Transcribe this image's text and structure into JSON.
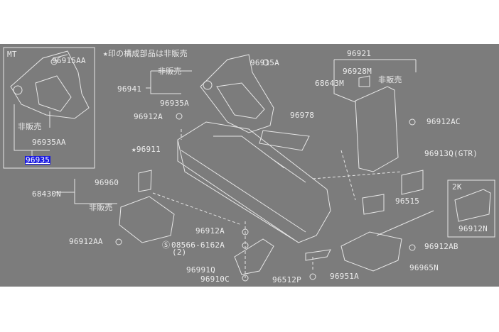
{
  "diagram": {
    "note": "★印の構成部品は非販売",
    "insets": [
      {
        "title": "MT",
        "labels": [
          "96915AA",
          "非販売",
          "96935AA"
        ],
        "link": "96935"
      },
      {
        "title": "2K",
        "labels": [
          "96912N"
        ]
      }
    ],
    "labels": {
      "hanbai1": "非販売",
      "p96941": "96941",
      "p96935A": "96935A",
      "p96915A": "96915A",
      "p96912A_top": "96912A",
      "p96911": "★96911",
      "p96978": "96978",
      "p96921": "96921",
      "p96928M": "96928M",
      "hanbai2": "非販売",
      "p68643M": "68643M",
      "p96912AC": "96912AC",
      "p96913Q": "96913Q(GTR)",
      "p96960": "96960",
      "p68430N": "68430N",
      "hanbai3": "非販売",
      "p96912AA": "96912AA",
      "p96912A_bot": "96912A",
      "p08566": "08566-6162A",
      "p08566_qty": "(2)",
      "p96991Q": "96991Q",
      "p96910C": "96910C",
      "p96515": "96515",
      "p96912AB": "96912AB",
      "p96965N": "96965N",
      "p96512P": "96512P",
      "p96951A": "96951A"
    }
  }
}
